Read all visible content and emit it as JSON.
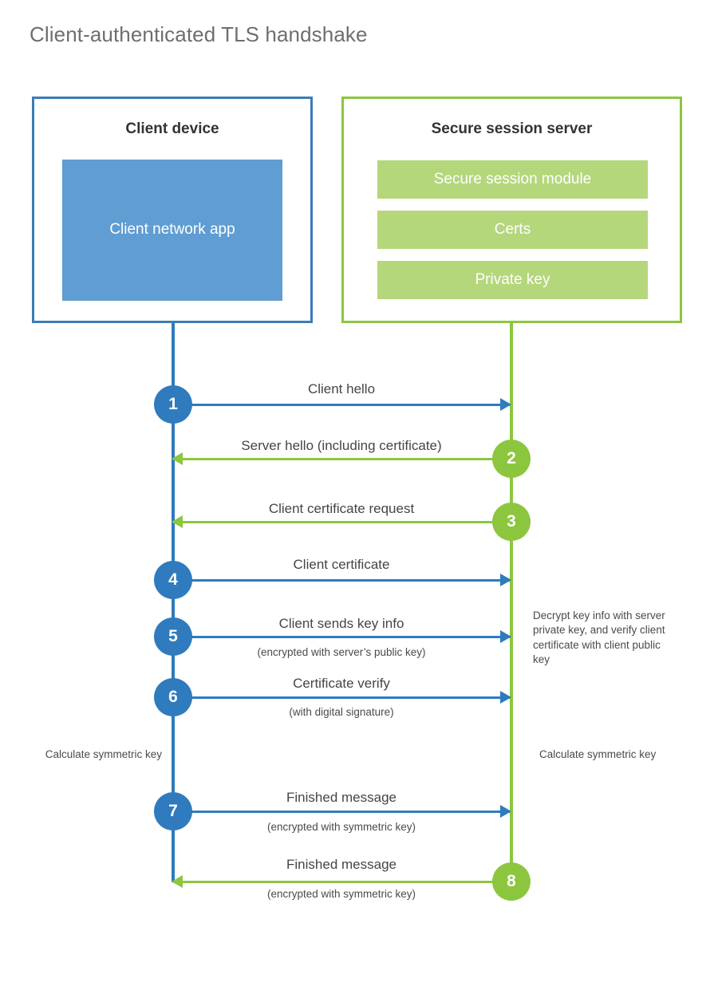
{
  "title": "Client-authenticated TLS handshake",
  "colors": {
    "client_blue": "#2f7bbd",
    "client_box_border": "#3b7cb8",
    "client_app_fill": "#5f9dd2",
    "server_green": "#8cc63f",
    "server_bar_fill": "#b4d77b",
    "text": "#454545",
    "title_text": "#6e6e6e",
    "background": "#ffffff"
  },
  "participants": {
    "client": {
      "title": "Client device",
      "app_label": "Client network app"
    },
    "server": {
      "title": "Secure session server",
      "components": [
        "Secure session module",
        "Certs",
        "Private key"
      ]
    }
  },
  "steps": [
    {
      "number": "1",
      "label": "Client hello",
      "sublabel": "",
      "direction": "client-to-server",
      "origin": "client"
    },
    {
      "number": "2",
      "label": "Server hello (including certificate)",
      "sublabel": "",
      "direction": "server-to-client",
      "origin": "server"
    },
    {
      "number": "3",
      "label": "Client certificate request",
      "sublabel": "",
      "direction": "server-to-client",
      "origin": "server"
    },
    {
      "number": "4",
      "label": "Client certificate",
      "sublabel": "",
      "direction": "client-to-server",
      "origin": "client"
    },
    {
      "number": "5",
      "label": "Client sends key info",
      "sublabel": "(encrypted with server’s public key)",
      "direction": "client-to-server",
      "origin": "client"
    },
    {
      "number": "6",
      "label": "Certificate verify",
      "sublabel": "(with digital signature)",
      "direction": "client-to-server",
      "origin": "client"
    },
    {
      "number": "7",
      "label": "Finished message",
      "sublabel": "(encrypted with symmetric key)",
      "direction": "client-to-server",
      "origin": "client"
    },
    {
      "number": "8",
      "label": "Finished message",
      "sublabel": "(encrypted with symmetric key)",
      "direction": "server-to-client",
      "origin": "server"
    }
  ],
  "annotations": {
    "server_decrypt_note": "Decrypt key info with server private key, and verify client certificate with client public key",
    "client_calculate_note": "Calculate symmetric key",
    "server_calculate_note": "Calculate symmetric key"
  }
}
